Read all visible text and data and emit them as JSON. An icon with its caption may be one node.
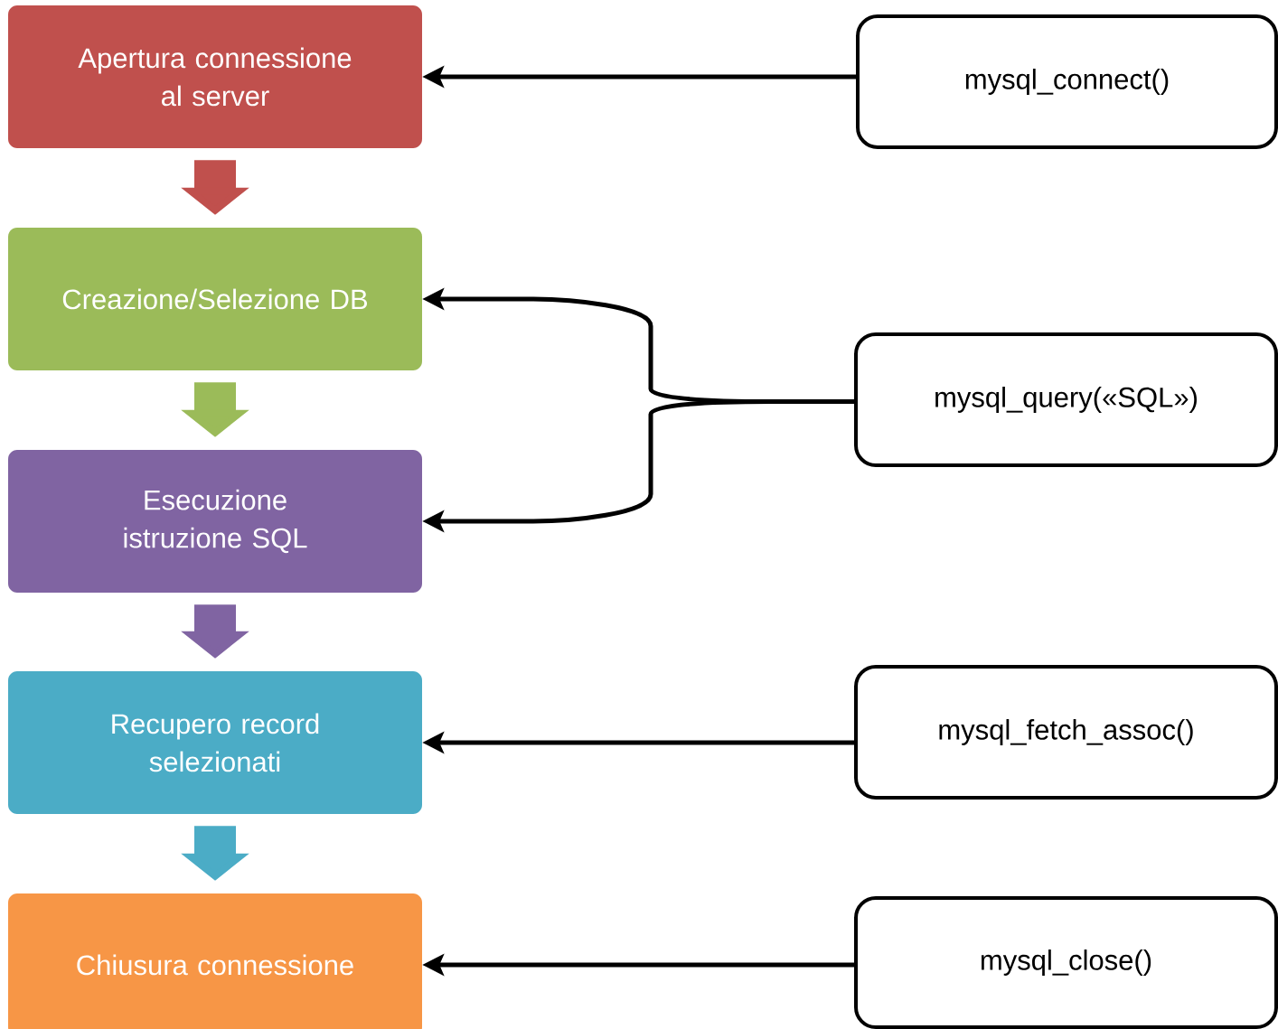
{
  "diagram": {
    "nodes": [
      {
        "text": [
          "Apertura connessione al server"
        ]
      },
      {
        "text": [
          "Creazione/Selezione DB"
        ]
      },
      {
        "text": [
          "Esecuzione istruzione SQL"
        ]
      },
      {
        "text": [
          "Recupero record selezionati"
        ]
      },
      {
        "text": [
          "Chiusura connessione"
        ]
      },
      {
        "text": [
          "mysql_connect()"
        ]
      },
      {
        "text": [
          "mysql_query(«SQL»)"
        ]
      },
      {
        "text": [
          "mysql_fetch_assoc()"
        ]
      },
      {
        "text": [
          "mysql_close()"
        ]
      }
    ],
    "edges": [
      {
        "from": 0,
        "to": 1,
        "arrow": "to",
        "style": "thick",
        "color": "#c0504d"
      },
      {
        "from": 1,
        "to": 2,
        "arrow": "to",
        "style": "thick",
        "color": "#9bbb59"
      },
      {
        "from": 2,
        "to": 3,
        "arrow": "to",
        "style": "thick",
        "color": "#8064a2"
      },
      {
        "from": 3,
        "to": 4,
        "arrow": "to",
        "style": "thick",
        "color": "#4bacc6"
      },
      {
        "from": 5,
        "to": 0,
        "arrow": "to"
      },
      {
        "from": 6,
        "to": 1,
        "arrow": "to"
      },
      {
        "from": 6,
        "to": 2,
        "arrow": "to"
      },
      {
        "from": 7,
        "to": 3,
        "arrow": "to"
      },
      {
        "from": 8,
        "to": 4,
        "arrow": "to"
      }
    ]
  }
}
